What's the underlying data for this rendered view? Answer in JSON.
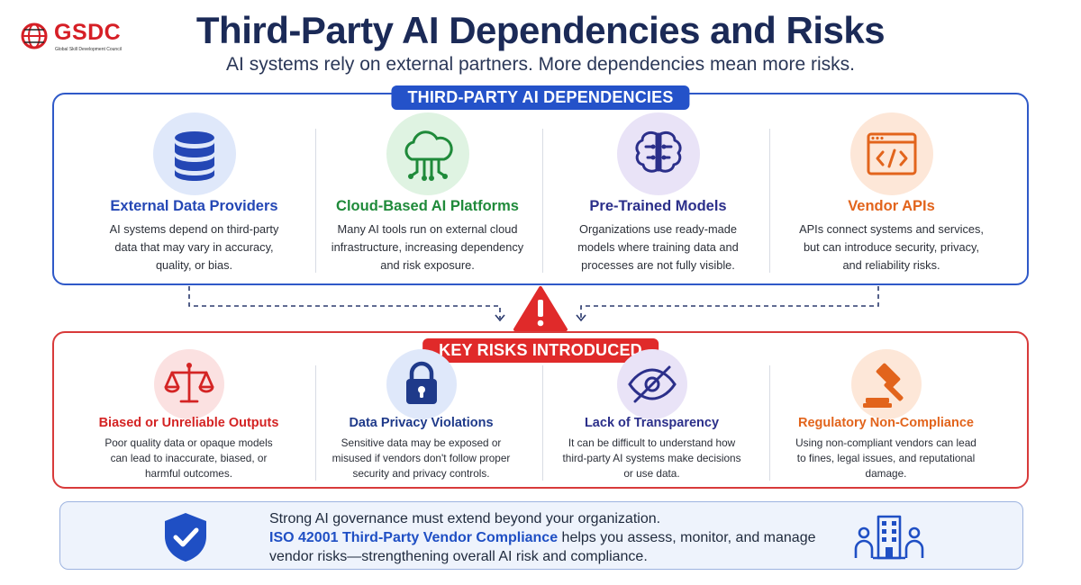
{
  "logo": {
    "text": "GSDC",
    "subtitle": "Global Skill Development Council"
  },
  "title": "Third-Party AI Dependencies and Risks",
  "subtitle": "AI systems rely on external partners. More dependencies mean more risks.",
  "dependencies": {
    "label": "THIRD-PARTY AI DEPENDENCIES",
    "items": [
      {
        "title": "External Data Providers",
        "desc": "AI systems depend on third-party data that may vary in accuracy, quality, or bias.",
        "icon": "database-icon",
        "color": "#2447b5",
        "bg": "#dfe8fa"
      },
      {
        "title": "Cloud-Based AI Platforms",
        "desc": "Many AI tools run on external cloud infrastructure, increasing dependency and risk exposure.",
        "icon": "cloud-network-icon",
        "color": "#1f8a3a",
        "bg": "#dff3e2"
      },
      {
        "title": "Pre-Trained Models",
        "desc": "Organizations use ready-made models where training data and processes are not fully visible.",
        "icon": "brain-icon",
        "color": "#2b2f8a",
        "bg": "#e9e3f7"
      },
      {
        "title": "Vendor APIs",
        "desc": "APIs connect systems and services, but can introduce security, privacy, and reliability risks.",
        "icon": "code-window-icon",
        "color": "#e2641c",
        "bg": "#fde7d8"
      }
    ]
  },
  "risks": {
    "label": "KEY RISKS INTRODUCED",
    "items": [
      {
        "title": "Biased or Unreliable Outputs",
        "desc": "Poor quality data or opaque models can lead to inaccurate, biased, or harmful outcomes.",
        "icon": "scales-icon",
        "color": "#d42424",
        "bg": "#fbe1e1"
      },
      {
        "title": "Data Privacy Violations",
        "desc": "Sensitive data may be exposed or misused if vendors don't follow proper security and privacy controls.",
        "icon": "padlock-icon",
        "color": "#1f3a8a",
        "bg": "#dfe8fa"
      },
      {
        "title": "Lack of Transparency",
        "desc": "It can be difficult to understand how third-party AI systems make decisions or use data.",
        "icon": "eye-slash-icon",
        "color": "#2b2f8a",
        "bg": "#e9e3f7"
      },
      {
        "title": "Regulatory Non-Compliance",
        "desc": "Using non-compliant vendors can lead to fines, legal issues, and reputational damage.",
        "icon": "gavel-icon",
        "color": "#e2641c",
        "bg": "#fde7d8"
      }
    ]
  },
  "footer": {
    "line1": "Strong AI governance must extend beyond your organization.",
    "highlight": "ISO 42001 Third-Party Vendor Compliance",
    "line2": " helps you assess, monitor, and manage vendor risks—strengthening overall AI risk and compliance."
  },
  "colors": {
    "navy": "#1b2a57",
    "blue": "#2452c9",
    "red": "#e02a2a"
  }
}
